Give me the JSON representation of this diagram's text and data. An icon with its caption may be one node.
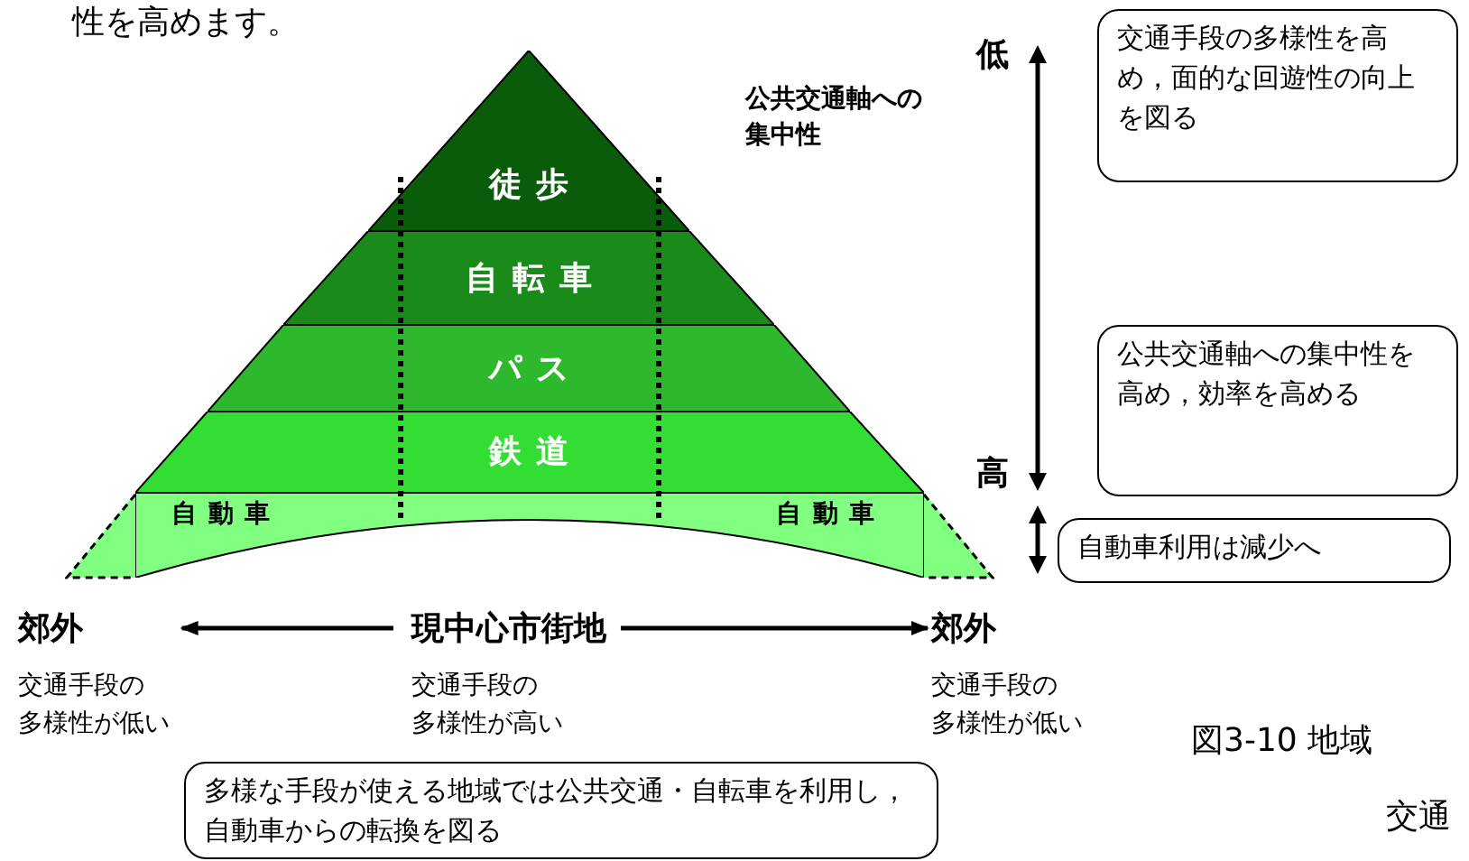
{
  "diagram": {
    "nodes": [
      {
        "text": [
          "徒歩"
        ]
      },
      {
        "text": [
          "自転車"
        ]
      },
      {
        "text": [
          "パス"
        ]
      },
      {
        "text": [
          "鉄道"
        ]
      },
      {
        "text": [
          "自動車",
          "自動車"
        ]
      },
      {
        "text": [
          "交通手段の多様性を高め，面的な回遊性の向上を図る"
        ]
      },
      {
        "text": [
          "公共交通軸への集中性を高め，効率を高める"
        ]
      },
      {
        "text": [
          "自動車利用は減少へ"
        ]
      },
      {
        "text": [
          "郊外"
        ],
        "beside": [
          "交通手段の多様性が低い"
        ]
      },
      {
        "text": [
          "現中心市街地"
        ],
        "beside": [
          "交通手段の多様性が高い"
        ]
      },
      {
        "text": [
          "郊外"
        ],
        "beside": [
          "交通手段の多様性が低い"
        ]
      },
      {
        "text": [
          "多様な手段が使える地域では公共交通・自転車を利用し，自動車からの転換を図る"
        ]
      }
    ],
    "edges": [
      {
        "from": 9,
        "to": 8,
        "arrow": "to"
      },
      {
        "from": 9,
        "to": 10,
        "arrow": "to"
      }
    ],
    "labels": [
      "性を高めます。",
      "公共交通軸への集中性",
      "低",
      "高",
      "図3-10 地域",
      "交通"
    ]
  }
}
